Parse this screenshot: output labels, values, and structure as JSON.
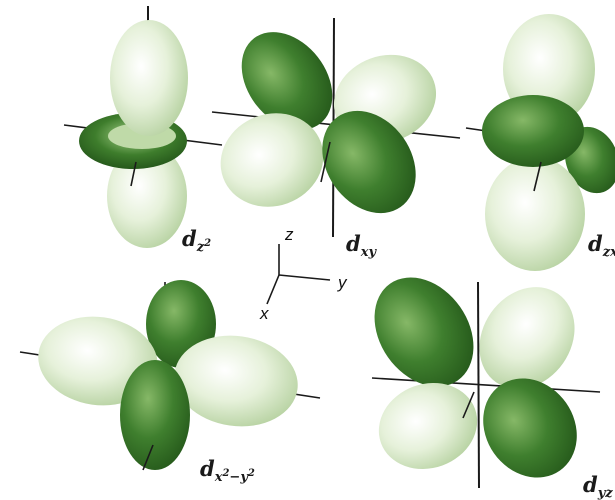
{
  "orbitals": [
    {
      "id": "dz2",
      "symbol": "d",
      "subscript": "z",
      "sub_superscript": "2"
    },
    {
      "id": "dxy",
      "symbol": "d",
      "subscript": "xy"
    },
    {
      "id": "dzx",
      "symbol": "d",
      "subscript": "zx"
    },
    {
      "id": "dx2y2",
      "symbol": "d",
      "subscript": "x",
      "sub_superscript": "2",
      "subscript_2": "−y",
      "sub_superscript_2": "2"
    },
    {
      "id": "dyz",
      "symbol": "d",
      "subscript": "yz"
    }
  ],
  "axes": {
    "z": "z",
    "y": "y",
    "x": "x"
  },
  "colors": {
    "dark_lobe": "#2e6b21",
    "dark_lobe_highlight": "#8fbd6f",
    "light_lobe": "#d3e7c1",
    "light_lobe_highlight": "#ffffff",
    "axis_line": "#1a1a1a"
  }
}
